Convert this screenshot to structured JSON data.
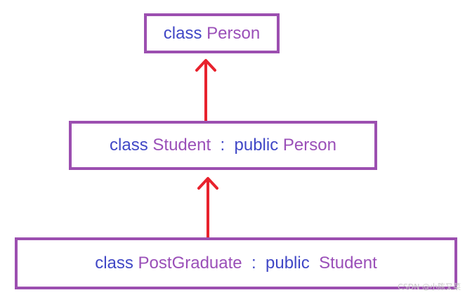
{
  "diagram": {
    "nodes": [
      {
        "id": "person",
        "tokens": [
          {
            "t": "class",
            "c": "kw"
          },
          {
            "t": "Person",
            "c": "nm"
          }
        ]
      },
      {
        "id": "student",
        "tokens": [
          {
            "t": "class",
            "c": "kw"
          },
          {
            "t": "Student",
            "c": "nm"
          },
          {
            "t": ":",
            "c": "colon"
          },
          {
            "t": "public",
            "c": "kw"
          },
          {
            "t": "Person",
            "c": "nm"
          }
        ]
      },
      {
        "id": "postgrad",
        "tokens": [
          {
            "t": "class",
            "c": "kw"
          },
          {
            "t": "PostGraduate",
            "c": "nm"
          },
          {
            "t": ":",
            "c": "colon"
          },
          {
            "t": "public",
            "c": "kw"
          },
          {
            "t": "Student",
            "c": "nm"
          }
        ]
      }
    ],
    "edges": [
      {
        "from": "student",
        "to": "person",
        "style": "arrow"
      },
      {
        "from": "postgrad",
        "to": "student",
        "style": "arrow"
      }
    ],
    "colors": {
      "border": "#9c4fb0",
      "keyword": "#4047c6",
      "name": "#9a4fb8",
      "arrow": "#e8222d"
    }
  },
  "watermark": "CSDN @小陈又菜"
}
